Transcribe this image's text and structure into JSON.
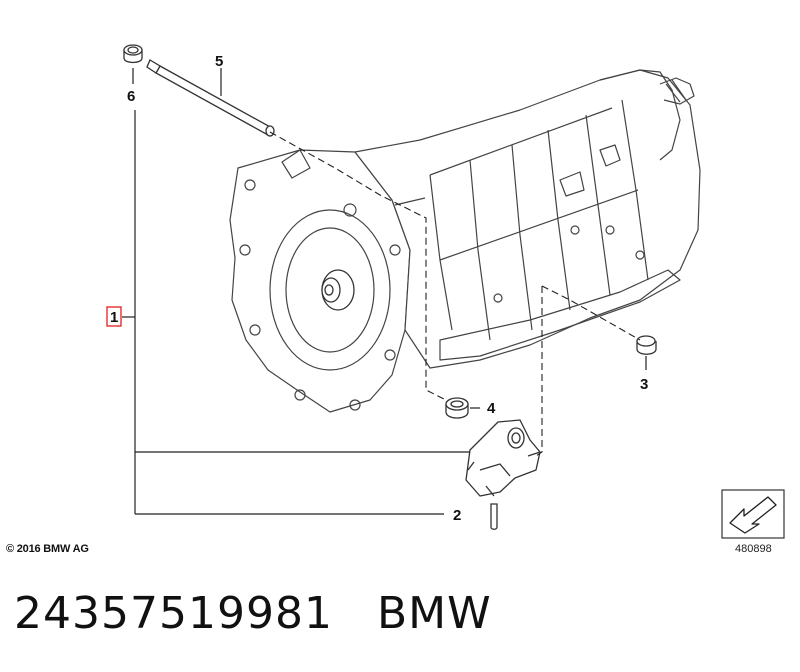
{
  "callouts": {
    "c1": "1",
    "c2": "2",
    "c3": "3",
    "c4": "4",
    "c5": "5",
    "c6": "6"
  },
  "highlight_color": "#e0201e",
  "copyright": "© 2016 BMW AG",
  "figure_number": "480898",
  "footer": {
    "part_number": "24357519981",
    "brand": "BMW"
  }
}
